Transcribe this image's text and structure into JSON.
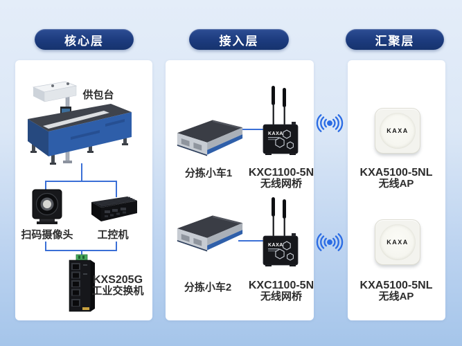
{
  "colors": {
    "background_top": "#e4edf9",
    "background_bottom": "#a5c5ea",
    "pill_blue": "#1c3b7d",
    "connector_blue": "#3a6fd6",
    "wireless_blue": "#2b6ce4",
    "panel_white": "#ffffff"
  },
  "brand": "KAXA",
  "icons": {
    "wireless_link": "wireless-signal-icon"
  },
  "layers": {
    "core": {
      "title": "核心层",
      "feeder_label": "供包台",
      "camera_label": "扫码摄像头",
      "ipc_label": "工控机",
      "switch_model": "KXS205G",
      "switch_name": "工业交换机"
    },
    "access": {
      "title": "接入层",
      "rows": [
        {
          "cart_label": "分拣小车1",
          "bridge_model": "KXC1100-5N",
          "bridge_name": "无线网桥"
        },
        {
          "cart_label": "分拣小车2",
          "bridge_model": "KXC1100-5N",
          "bridge_name": "无线网桥"
        }
      ]
    },
    "aggregation": {
      "title": "汇聚层",
      "rows": [
        {
          "ap_model": "KXA5100-5NL",
          "ap_name": "无线AP"
        },
        {
          "ap_model": "KXA5100-5NL",
          "ap_name": "无线AP"
        }
      ]
    }
  }
}
